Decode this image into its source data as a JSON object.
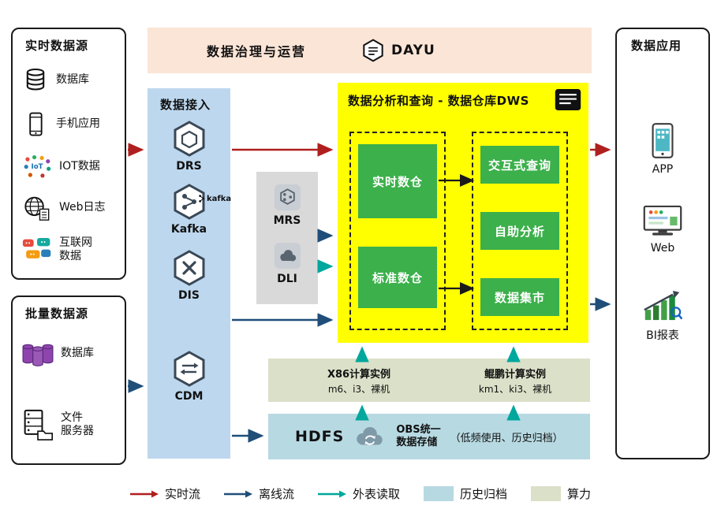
{
  "governance": {
    "title": "数据治理与运营",
    "logo": "DAYU"
  },
  "realtime_sources": {
    "title": "实时数据源",
    "items": [
      {
        "label": "数据库",
        "icon": "database-icon"
      },
      {
        "label": "手机应用",
        "icon": "phone-icon"
      },
      {
        "label": "IOT数据",
        "icon": "iot-icon"
      },
      {
        "label": "Web日志",
        "icon": "globe-icon"
      },
      {
        "label": "互联网\n数据",
        "icon": "internet-bubbles-icon"
      }
    ]
  },
  "batch_sources": {
    "title": "批量数据源",
    "items": [
      {
        "label": "数据库",
        "icon": "purple-database-icon"
      },
      {
        "label": "文件\n服务器",
        "icon": "file-server-icon"
      }
    ]
  },
  "ingestion": {
    "title": "数据接入",
    "items": [
      {
        "label": "DRS",
        "icon": "drs-hexagon-icon"
      },
      {
        "label": "Kafka",
        "icon": "kafka-hexagon-icon",
        "badge": "kafka"
      },
      {
        "label": "DIS",
        "icon": "dis-hexagon-icon"
      },
      {
        "label": "CDM",
        "icon": "cdm-hexagon-icon"
      }
    ]
  },
  "middleware": {
    "items": [
      {
        "label": "MRS",
        "icon": "mrs-icon"
      },
      {
        "label": "DLI",
        "icon": "dli-cloud-icon"
      }
    ]
  },
  "dws": {
    "title": "数据分析和查询 - 数据仓库DWS",
    "warehouses": [
      {
        "label": "实时数仓"
      },
      {
        "label": "标准数仓"
      }
    ],
    "services": [
      {
        "label": "交互式查询"
      },
      {
        "label": "自助分析"
      },
      {
        "label": "数据集市"
      }
    ]
  },
  "compute": {
    "x86_title": "X86计算实例",
    "x86_spec": "m6、i3、裸机",
    "kunpeng_title": "鲲鹏计算实例",
    "kunpeng_spec": "km1、ki3、裸机"
  },
  "storage": {
    "hdfs": "HDFS",
    "obs": "OBS统一\n数据存储",
    "note": "（低频使用、历史归档）"
  },
  "applications": {
    "title": "数据应用",
    "items": [
      {
        "label": "APP",
        "icon": "app-phone-icon"
      },
      {
        "label": "Web",
        "icon": "web-monitor-icon"
      },
      {
        "label": "BI报表",
        "icon": "bi-chart-icon"
      }
    ]
  },
  "legend": {
    "items": [
      {
        "label": "实时流",
        "type": "arrow",
        "color": "#b01f1f"
      },
      {
        "label": "离线流",
        "type": "arrow",
        "color": "#1f4e79"
      },
      {
        "label": "外表读取",
        "type": "arrow",
        "color": "#00a79d"
      },
      {
        "label": "历史归档",
        "type": "swatch",
        "color": "#b7d9e2"
      },
      {
        "label": "算力",
        "type": "swatch",
        "color": "#dbe0c8"
      }
    ]
  }
}
